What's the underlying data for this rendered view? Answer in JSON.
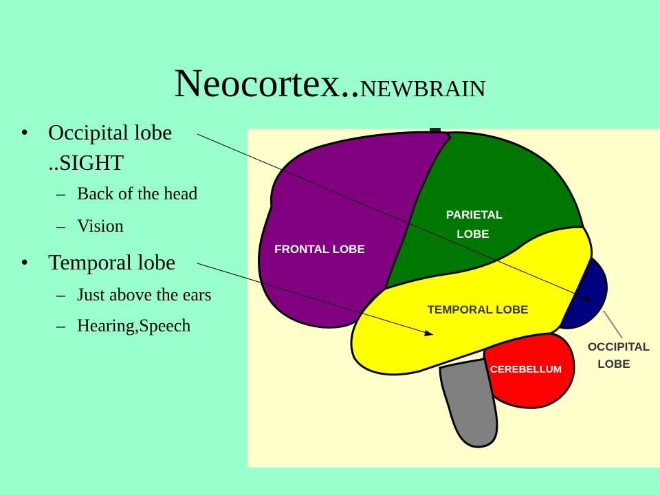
{
  "slide": {
    "title_main": "Neocortex..",
    "title_small": "NEWBRAIN",
    "bullets": [
      {
        "marker": "•",
        "line1": "Occipital  lobe",
        "line2": "..SIGHT",
        "subs": [
          {
            "marker": "–",
            "text": "Back of the head"
          },
          {
            "marker": "–",
            "text": "Vision"
          }
        ]
      },
      {
        "marker": "•",
        "line1": "Temporal lobe",
        "subs": [
          {
            "marker": "–",
            "text": "Just above the ears"
          },
          {
            "marker": "–",
            "text": "Hearing,Speech"
          }
        ]
      }
    ]
  },
  "diagram": {
    "labels": {
      "frontal": "FRONTAL LOBE",
      "parietal_1": "PARIETAL",
      "parietal_2": "LOBE",
      "temporal": "TEMPORAL LOBE",
      "cerebellum": "CEREBELLUM",
      "occipital_1": "OCCIPITAL",
      "occipital_2": "LOBE"
    },
    "colors": {
      "background": "#99FFCC",
      "panel": "#FFFFCC",
      "frontal": "#800080",
      "parietal": "#007700",
      "temporal": "#FFFF00",
      "occipital": "#000080",
      "cerebellum": "#FF0000",
      "brainstem": "#808080"
    }
  }
}
